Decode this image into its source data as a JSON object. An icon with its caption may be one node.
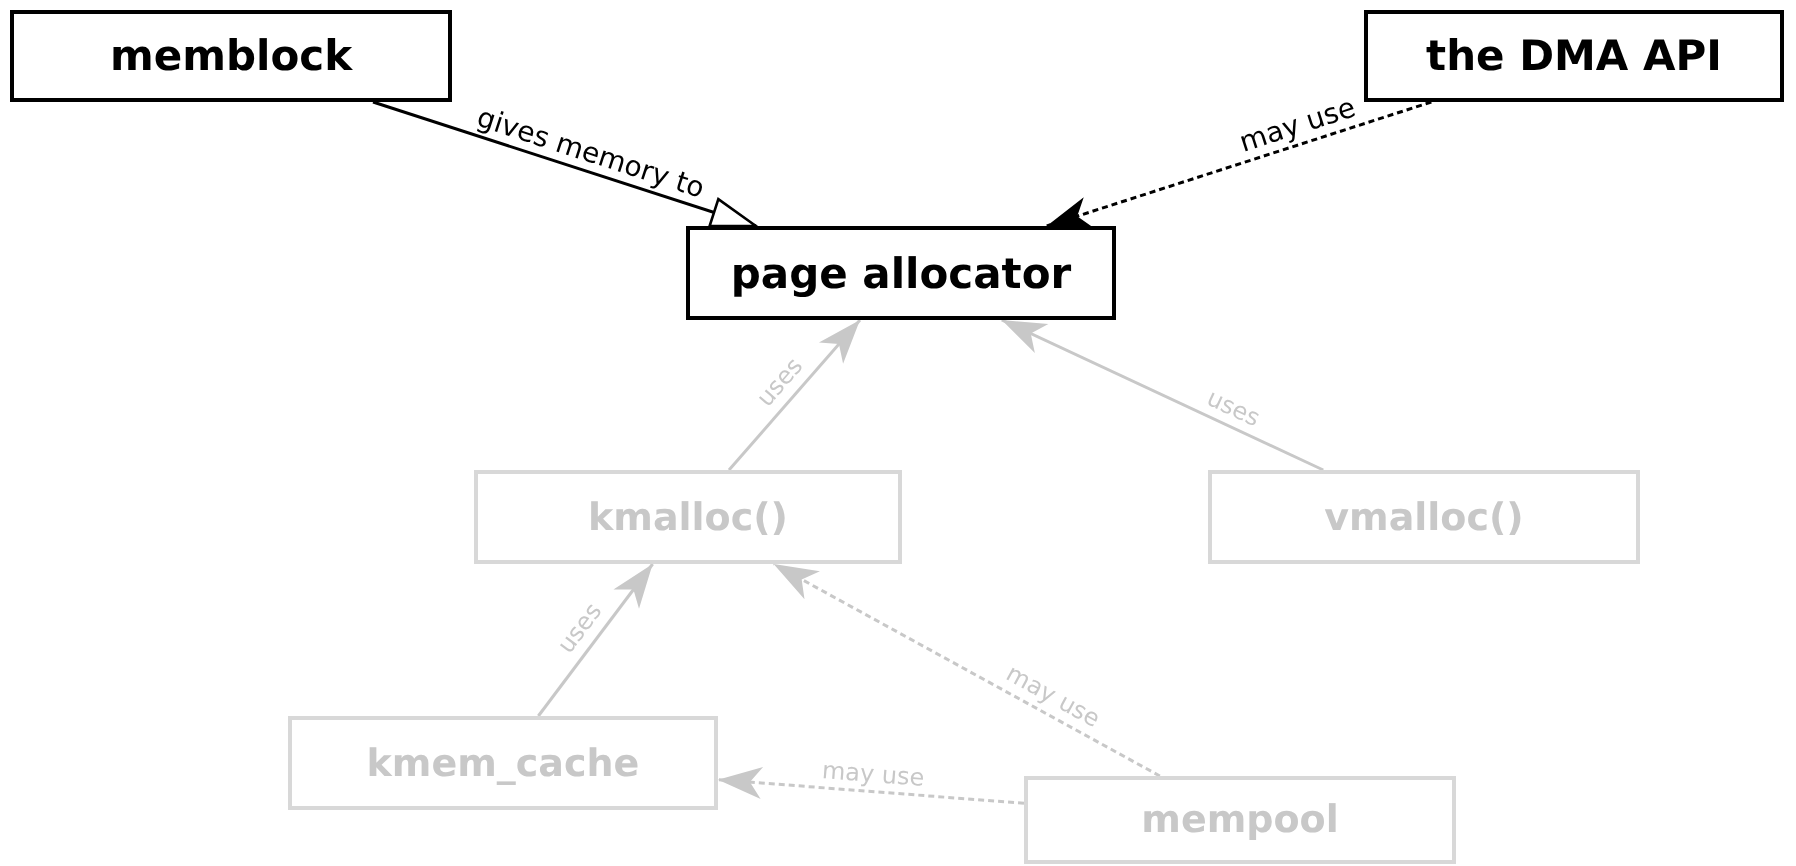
{
  "diagram": {
    "nodes": [
      {
        "text": [
          "memblock"
        ]
      },
      {
        "text": [
          "the DMA API"
        ]
      },
      {
        "text": [
          "page allocator"
        ]
      },
      {
        "text": [
          "kmalloc()"
        ]
      },
      {
        "text": [
          "vmalloc()"
        ]
      },
      {
        "text": [
          "kmem_cache"
        ]
      },
      {
        "text": [
          "mempool"
        ]
      }
    ],
    "edges": [
      {
        "from": 0,
        "to": 2,
        "arrow": "to",
        "label": "gives memory to",
        "color": "#000000"
      },
      {
        "from": 1,
        "to": 2,
        "arrow": "to",
        "label": "may use",
        "style": "dashed",
        "color": "#000000"
      },
      {
        "from": 3,
        "to": 2,
        "arrow": "to",
        "label": "uses",
        "color": "#c8c8c8"
      },
      {
        "from": 4,
        "to": 2,
        "arrow": "to",
        "label": "uses",
        "color": "#c8c8c8"
      },
      {
        "from": 5,
        "to": 3,
        "arrow": "to",
        "label": "uses",
        "color": "#c8c8c8"
      },
      {
        "from": 6,
        "to": 3,
        "arrow": "to",
        "label": "may use",
        "style": "dashed",
        "color": "#c8c8c8"
      },
      {
        "from": 6,
        "to": 5,
        "arrow": "to",
        "label": "may use",
        "style": "dashed",
        "color": "#c8c8c8"
      }
    ]
  }
}
